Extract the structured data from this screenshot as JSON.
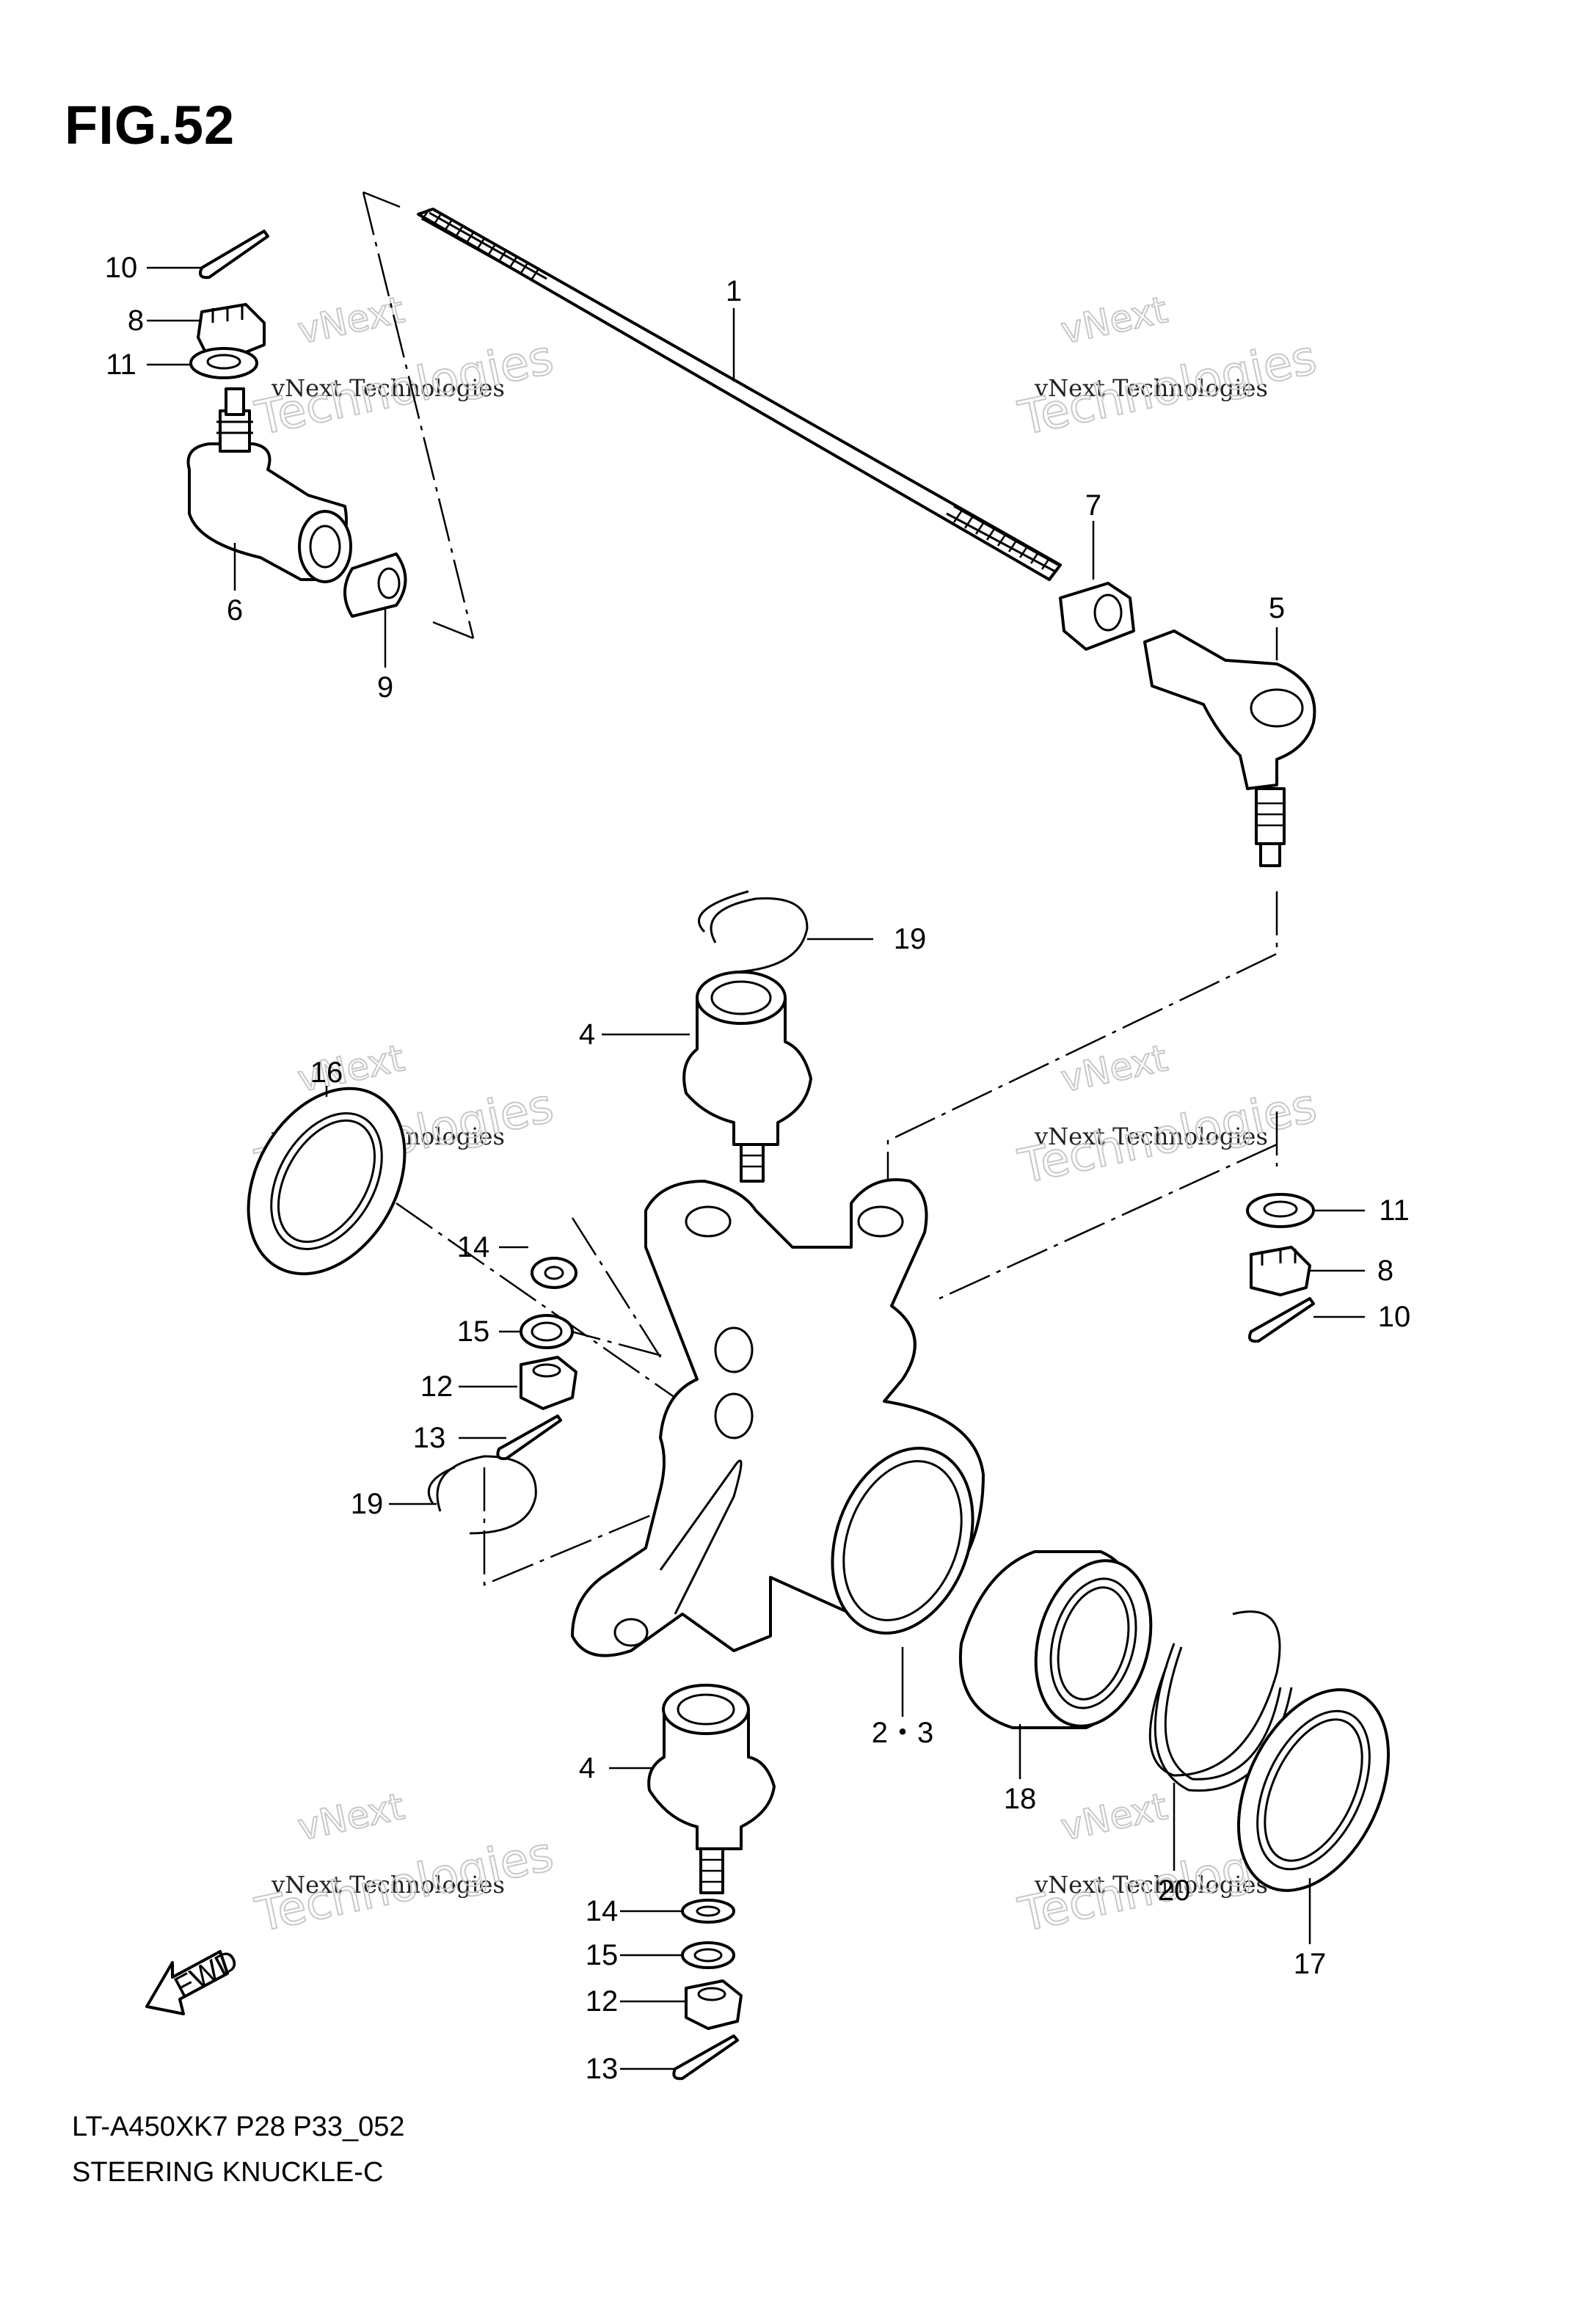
{
  "figure": {
    "title": "FIG.52",
    "code": "LT-A450XK7 P28 P33_052",
    "name": "STEERING KNUCKLE-C"
  },
  "watermark": {
    "line1": "vNext Technologies",
    "line2": "Technologies",
    "line3": "vNext"
  },
  "fwd_arrow_label": "FWD",
  "callouts": [
    "1",
    "2・3",
    "4",
    "4",
    "5",
    "6",
    "7",
    "8",
    "8",
    "9",
    "10",
    "10",
    "11",
    "11",
    "12",
    "12",
    "13",
    "13",
    "14",
    "14",
    "15",
    "15",
    "16",
    "17",
    "18",
    "19",
    "19",
    "20"
  ]
}
